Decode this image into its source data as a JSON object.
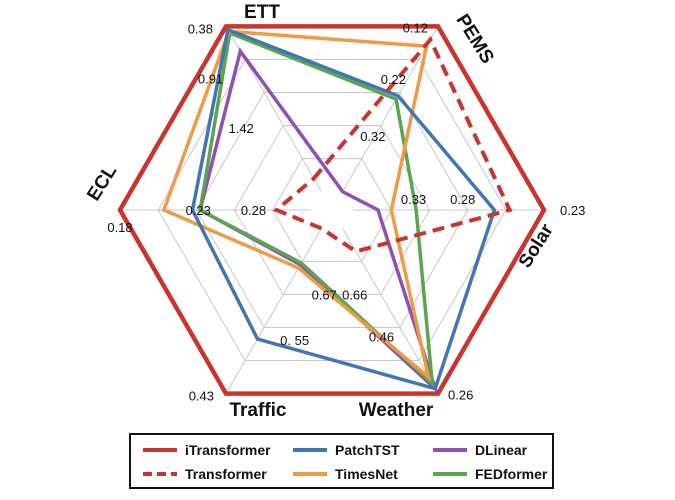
{
  "chart_data": {
    "type": "radar",
    "axes": [
      {
        "name": "ETT",
        "outer_label": "0.38",
        "inner_labels": [
          "0.91",
          "1.42"
        ]
      },
      {
        "name": "PEMS",
        "outer_label": "0.12",
        "inner_labels": [
          "0.22",
          "0.32"
        ]
      },
      {
        "name": "Solar",
        "outer_label": "0.23",
        "inner_labels": [
          "0.28",
          "0.33"
        ]
      },
      {
        "name": "Weather",
        "outer_label": "0.26",
        "inner_labels": [
          "0.46",
          "0.66"
        ]
      },
      {
        "name": "Traffic",
        "outer_label": "0.43",
        "inner_labels": [
          "0. 55",
          "0.67"
        ]
      },
      {
        "name": "ECL",
        "outer_label": "0.18",
        "inner_labels": [
          "0.23",
          "0.28"
        ]
      }
    ],
    "scale": "normalized score per axis, 1 = outer hexagon (best)",
    "series": [
      {
        "name": "iTransformer",
        "color": "#c8352f",
        "dash": "solid",
        "values": [
          1.0,
          1.0,
          1.0,
          1.0,
          1.0,
          1.0
        ]
      },
      {
        "name": "Transformer",
        "color": "#c8352f",
        "dash": "dashed",
        "values": [
          0.08,
          0.92,
          0.82,
          0.14,
          0.0,
          0.18
        ]
      },
      {
        "name": "PatchTST",
        "color": "#3f76b3",
        "dash": "solid",
        "values": [
          0.98,
          0.58,
          0.74,
          0.97,
          0.67,
          0.62
        ]
      },
      {
        "name": "TimesNet",
        "color": "#ee9a47",
        "dash": "solid",
        "values": [
          0.97,
          0.88,
          0.2,
          0.9,
          0.24,
          0.77
        ]
      },
      {
        "name": "DLinear",
        "color": "#8f4fb3",
        "dash": "solid",
        "values": [
          0.85,
          0.0,
          0.13,
          0.97,
          0.22,
          0.58
        ]
      },
      {
        "name": "FEDformer",
        "color": "#5aa551",
        "dash": "solid",
        "values": [
          0.96,
          0.56,
          0.33,
          0.94,
          0.21,
          0.58
        ]
      }
    ]
  }
}
